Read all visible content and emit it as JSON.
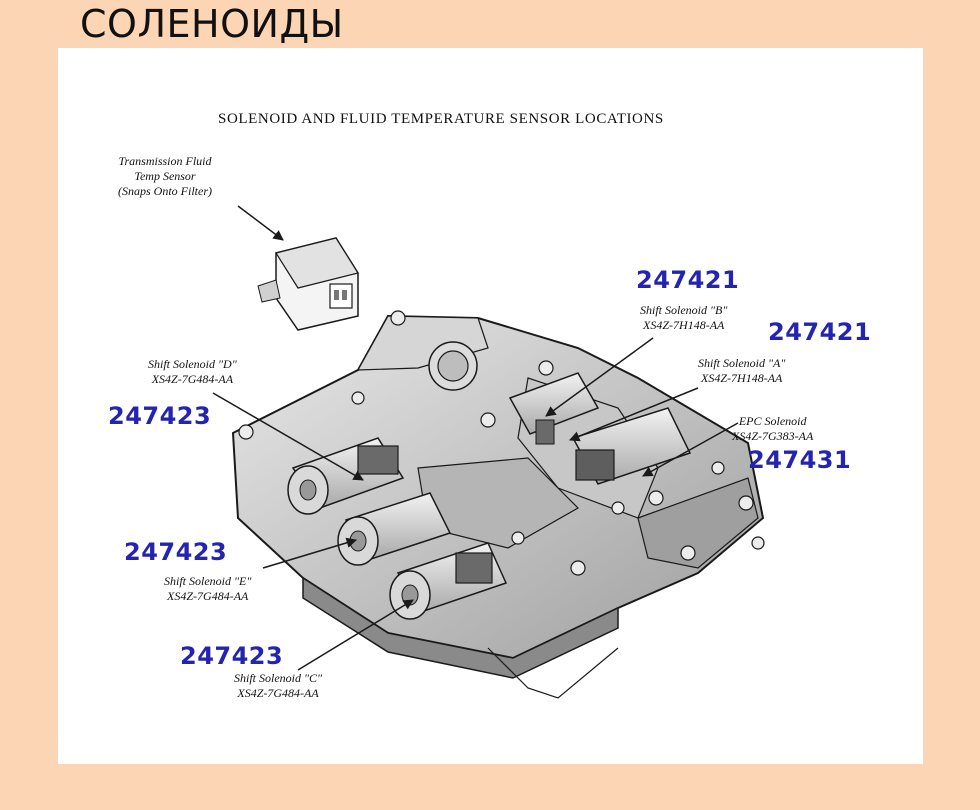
{
  "slide_title": "СОЛЕНОИДЫ",
  "diagram_title": "SOLENOID AND FLUID TEMPERATURE SENSOR LOCATIONS",
  "sensor": {
    "line1": "Transmission Fluid",
    "line2": "Temp Sensor",
    "line3": "(Snaps Onto Filter)"
  },
  "callouts": {
    "shift_b": {
      "name": "Shift Solenoid \"B\"",
      "part_code": "XS4Z-7H148-AA",
      "part_number": "247421"
    },
    "shift_a": {
      "name": "Shift Solenoid \"A\"",
      "part_code": "XS4Z-7H148-AA",
      "part_number": "247421"
    },
    "epc": {
      "name": "EPC Solenoid",
      "part_code": "XS4Z-7G383-AA",
      "part_number": "247431"
    },
    "shift_d": {
      "name": "Shift Solenoid \"D\"",
      "part_code": "XS4Z-7G484-AA",
      "part_number": "247423"
    },
    "shift_e": {
      "name": "Shift Solenoid \"E\"",
      "part_code": "XS4Z-7G484-AA",
      "part_number": "247423"
    },
    "shift_c": {
      "name": "Shift Solenoid \"C\"",
      "part_code": "XS4Z-7G484-AA",
      "part_number": "247423"
    }
  },
  "colors": {
    "background": "#fcd5b5",
    "panel": "#ffffff",
    "part_number": "#2323b4",
    "line_art": "#1a1a1a"
  }
}
